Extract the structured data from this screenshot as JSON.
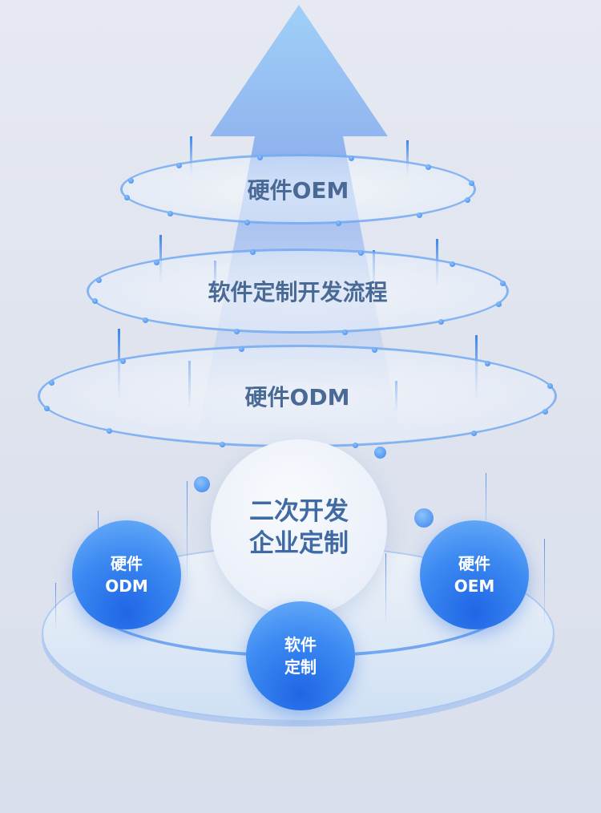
{
  "layers": {
    "top": "硬件OEM",
    "middle": "软件定制开发流程",
    "bottom": "硬件ODM"
  },
  "center": {
    "line1": "二次开发",
    "line2": "企业定制"
  },
  "balls": {
    "left": [
      "硬件",
      "ODM"
    ],
    "bottom": [
      "软件",
      "定制"
    ],
    "right": [
      "硬件",
      "OEM"
    ]
  },
  "colors": {
    "accent": "#2f7bef",
    "text": "#4a6a96"
  }
}
